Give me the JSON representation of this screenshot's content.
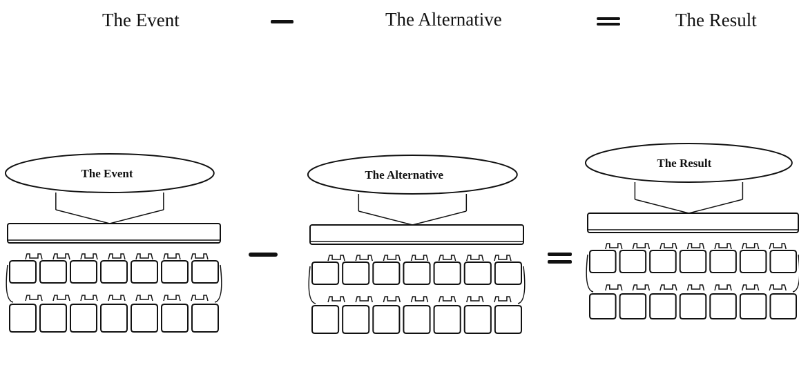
{
  "header": {
    "event_label": "The Event",
    "alternative_label": "The Alternative",
    "result_label": "The Result",
    "minus_symbol": "minus",
    "equals_symbol": "equals"
  },
  "diagrams": {
    "event": {
      "oval_label": "The Event"
    },
    "alternative": {
      "oval_label": "The Alternative"
    },
    "result": {
      "oval_label": "The Result"
    }
  },
  "colors": {
    "ink": "#111111",
    "paper": "#ffffff"
  }
}
